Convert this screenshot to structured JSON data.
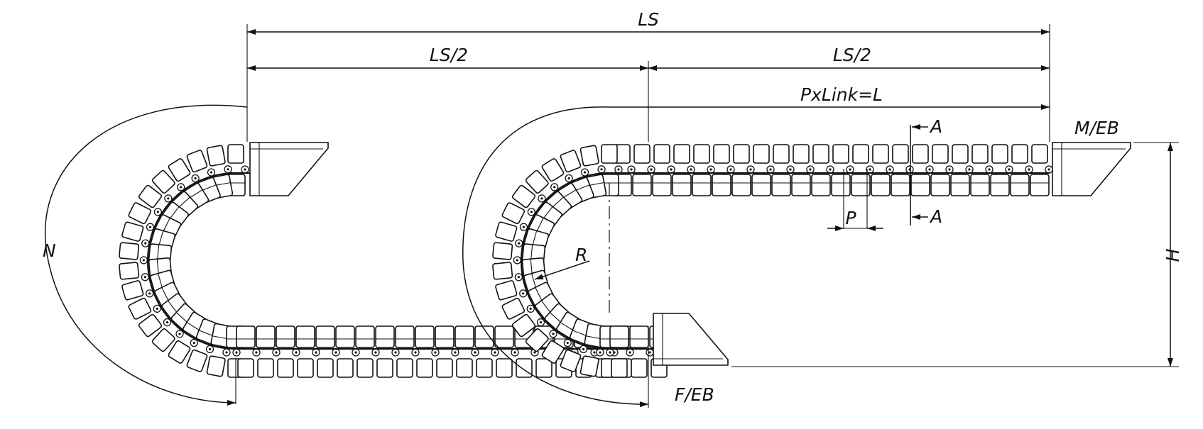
{
  "labels": {
    "ls": "LS",
    "ls_half_left": "LS/2",
    "ls_half_right": "LS/2",
    "pxlink": "PxLink=L",
    "section_top": "A",
    "section_bottom": "A",
    "mover_end": "M/EB",
    "fixed_end": "F/EB",
    "height": "H",
    "arc_length": "N",
    "radius": "R",
    "pitch": "P"
  },
  "colors": {
    "line": "#111111",
    "background": "#ffffff"
  }
}
